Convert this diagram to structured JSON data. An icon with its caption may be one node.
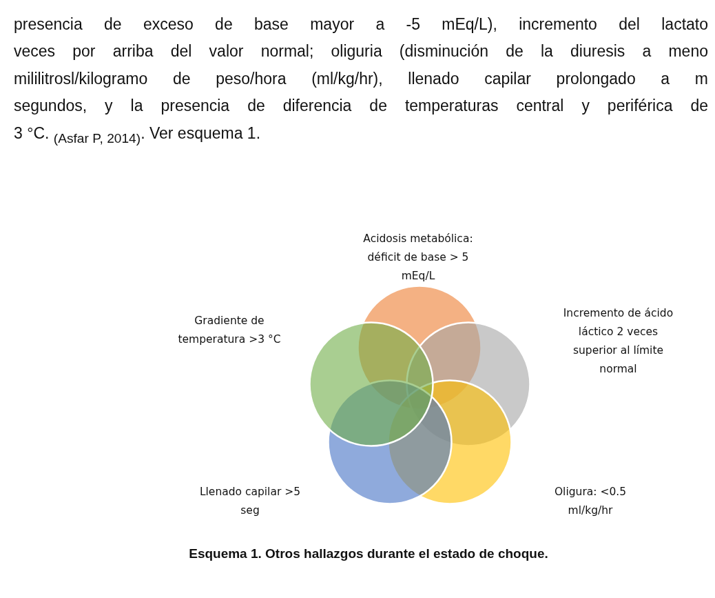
{
  "diagram": {
    "caption": "Esquema 1. Otros hallazgos durante el estado de choque.",
    "nodes": [
      {
        "text": [
          "Acidosis metabólica: déficit de base > 5 mEq/L"
        ]
      },
      {
        "text": [
          "Gradiente de temperatura >3 °C"
        ]
      },
      {
        "text": [
          "Incremento de ácido láctico 2 veces superior al límite normal"
        ]
      },
      {
        "text": [
          "Llenado capilar >5 seg"
        ]
      },
      {
        "text": [
          "Oligura: <0.5 ml/kg/hr"
        ]
      }
    ],
    "labels": [
      "presencia de exceso de base mayor a -5 mEq/L), incremento del lactato",
      "veces por arriba del valor normal;  oliguria (disminución de la diuresis a meno",
      "mililitrosl/kilogramo de peso/hora (ml/kg/hr), llenado capilar  prolongado a m",
      "segundos, y la presencia de diferencia de temperaturas central y periférica de",
      "3 °C. $_{(Asfar P, 2014)}$. Ver esquema 1."
    ]
  }
}
